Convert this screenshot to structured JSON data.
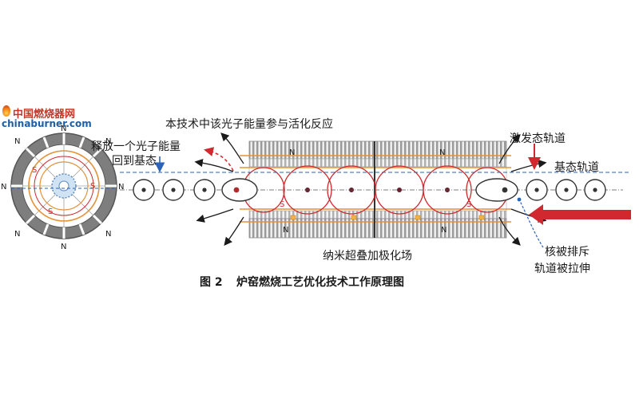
{
  "watermark": {
    "text_cn": "中国燃烧器网",
    "text_en": "chinaburner.com"
  },
  "labels": {
    "top_reaction": "本技术中该光子能量参与活化反应",
    "release_line1": "释放一个光子能量",
    "release_line2": "回到基态",
    "excited_orbit": "激发态轨道",
    "ground_orbit": "基态轨道",
    "nucleus_line1": "核被排斥",
    "nucleus_line2": "轨道被拉伸",
    "nano_field": "纳米超叠加极化场"
  },
  "caption": {
    "figure_number": "图 2",
    "title": "炉窑燃烧工艺优化技术工作原理图"
  },
  "poles": {
    "n": "N",
    "s": "S"
  },
  "colors": {
    "red_line": "#d0282e",
    "blue_dash": "#2a63b8",
    "orange_track": "#e3933a",
    "magnet_gray": "#8a8a8a",
    "black": "#1a1a1a"
  }
}
